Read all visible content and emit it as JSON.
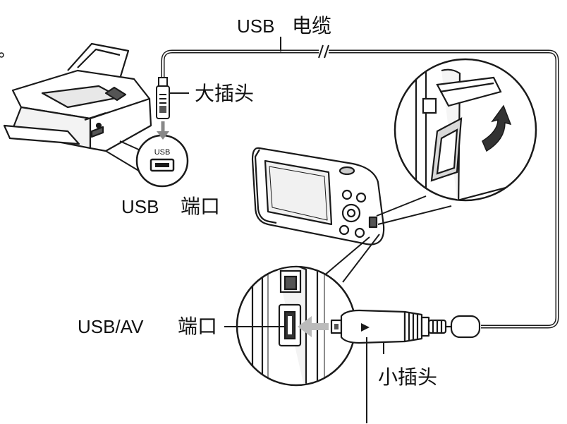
{
  "labels": {
    "usb_cable_prefix": "USB",
    "usb_cable_suffix": "电缆",
    "large_plug": "大插头",
    "usb_port_prefix": "USB",
    "usb_port_suffix": "端口",
    "usb_av_port_prefix": "USB/AV",
    "usb_av_port_suffix": "端口",
    "small_plug": "小插头",
    "printer_port_marking": "USB"
  },
  "colors": {
    "line": "#1a1a1a",
    "shade": "#d9d9d9",
    "dark": "#555555"
  }
}
